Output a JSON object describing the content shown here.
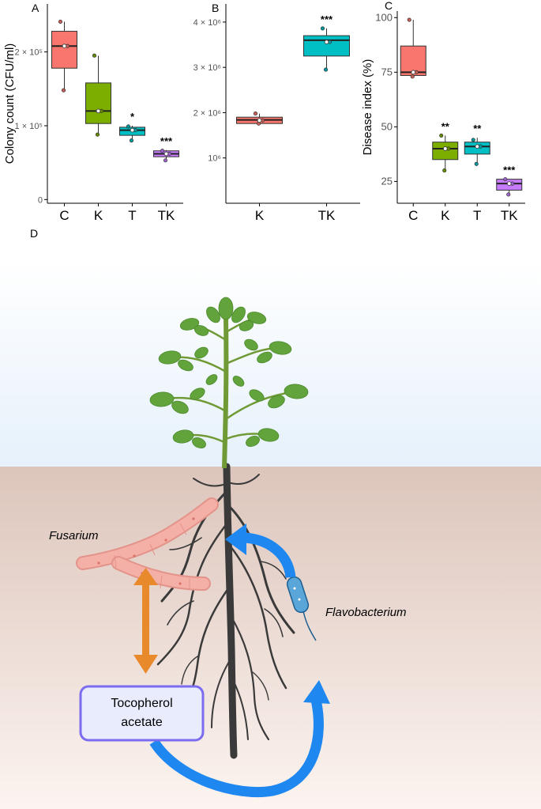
{
  "chart_data": [
    {
      "type": "box",
      "panel_label": "A",
      "ylabel": "Colony count (CFU/ml)",
      "categories": [
        "C",
        "K",
        "T",
        "TK"
      ],
      "y_ticks": [
        {
          "value": 0,
          "label": "0"
        },
        {
          "value": 100000,
          "label": "1 × 10⁵"
        },
        {
          "value": 200000,
          "label": "2 × 10⁵"
        }
      ],
      "ylim": [
        -5000,
        265000
      ],
      "boxes": [
        {
          "category": "C",
          "color": "#f8766d",
          "whisker_low": 148000,
          "q1": 178000,
          "median": 208000,
          "q3": 228000,
          "whisker_high": 241000,
          "mean": 208000,
          "points": [
            241000,
            208000,
            148000
          ],
          "significance": ""
        },
        {
          "category": "K",
          "color": "#7cae00",
          "whisker_low": 88000,
          "q1": 103000,
          "median": 120000,
          "q3": 158000,
          "whisker_high": 195000,
          "mean": 120000,
          "points": [
            195000,
            120000,
            88000
          ],
          "significance": ""
        },
        {
          "category": "T",
          "color": "#00bfc4",
          "whisker_low": 80000,
          "q1": 87000,
          "median": 94000,
          "q3": 98000,
          "whisker_high": 100000,
          "mean": 94000,
          "points": [
            99000,
            94000,
            80000
          ],
          "significance": "*"
        },
        {
          "category": "TK",
          "color": "#c77cff",
          "whisker_low": 53000,
          "q1": 58000,
          "median": 62000,
          "q3": 66000,
          "whisker_high": 67000,
          "mean": 62000,
          "points": [
            66000,
            62000,
            53000
          ],
          "significance": "***"
        }
      ]
    },
    {
      "type": "box",
      "panel_label": "B",
      "ylabel": "",
      "categories": [
        "K",
        "TK"
      ],
      "y_ticks": [
        {
          "value": 1000000,
          "label": "10⁶"
        },
        {
          "value": 2000000,
          "label": "2 × 10⁶"
        },
        {
          "value": 3000000,
          "label": "3 × 10⁶"
        },
        {
          "value": 4000000,
          "label": "4 × 10⁶"
        }
      ],
      "ylim": [
        0,
        4400000
      ],
      "boxes": [
        {
          "category": "K",
          "color": "#f8766d",
          "whisker_low": 1740000,
          "q1": 1760000,
          "median": 1840000,
          "q3": 1900000,
          "whisker_high": 1980000,
          "mean": 1830000,
          "points": [
            1980000,
            1830000,
            1760000
          ],
          "significance": ""
        },
        {
          "category": "TK",
          "color": "#00bfc4",
          "whisker_low": 2950000,
          "q1": 3250000,
          "median": 3600000,
          "q3": 3700000,
          "whisker_high": 3860000,
          "mean": 3560000,
          "points": [
            3860000,
            3560000,
            2950000
          ],
          "significance": "***"
        }
      ]
    },
    {
      "type": "box",
      "panel_label": "C",
      "ylabel": "Disease index (%)",
      "categories": [
        "C",
        "K",
        "T",
        "TK"
      ],
      "y_ticks": [
        {
          "value": 25,
          "label": "25"
        },
        {
          "value": 50,
          "label": "50"
        },
        {
          "value": 75,
          "label": "75"
        },
        {
          "value": 100,
          "label": "100"
        }
      ],
      "ylim": [
        15,
        103
      ],
      "boxes": [
        {
          "category": "C",
          "color": "#f8766d",
          "whisker_low": 73,
          "q1": 73.5,
          "median": 75,
          "q3": 87,
          "whisker_high": 99,
          "mean": 75,
          "points": [
            99,
            75,
            73
          ],
          "significance": ""
        },
        {
          "category": "K",
          "color": "#7cae00",
          "whisker_low": 30,
          "q1": 35,
          "median": 40,
          "q3": 43,
          "whisker_high": 46,
          "mean": 40,
          "points": [
            46,
            40,
            30
          ],
          "significance": "**"
        },
        {
          "category": "T",
          "color": "#00bfc4",
          "whisker_low": 33,
          "q1": 37.5,
          "median": 41,
          "q3": 43,
          "whisker_high": 45,
          "mean": 41,
          "points": [
            44,
            41,
            33
          ],
          "significance": "**"
        },
        {
          "category": "TK",
          "color": "#c77cff",
          "whisker_low": 19,
          "q1": 21,
          "median": 24,
          "q3": 26,
          "whisker_high": 26,
          "mean": 24,
          "points": [
            26,
            24,
            19
          ],
          "significance": "***"
        }
      ]
    }
  ],
  "diagram": {
    "panel_label": "D",
    "fungus_label": "Fusarium",
    "bacterium_label": "Flavobacterium",
    "compound_label_line1": "Tocopherol",
    "compound_label_line2": "acetate",
    "colors": {
      "sky": "#e9f3fc",
      "soil": "#dcc3b8",
      "stem": "#6f9a36",
      "leaf": "#62a33c",
      "root": "#3a3a3a",
      "fungus": "#f2aaa1",
      "box_border": "#7b6cf0",
      "box_fill": "#e8ecfc",
      "blue_arrow": "#1e88f0",
      "orange_arrow": "#e8892c",
      "bacterium": "#3d8cc4"
    }
  }
}
